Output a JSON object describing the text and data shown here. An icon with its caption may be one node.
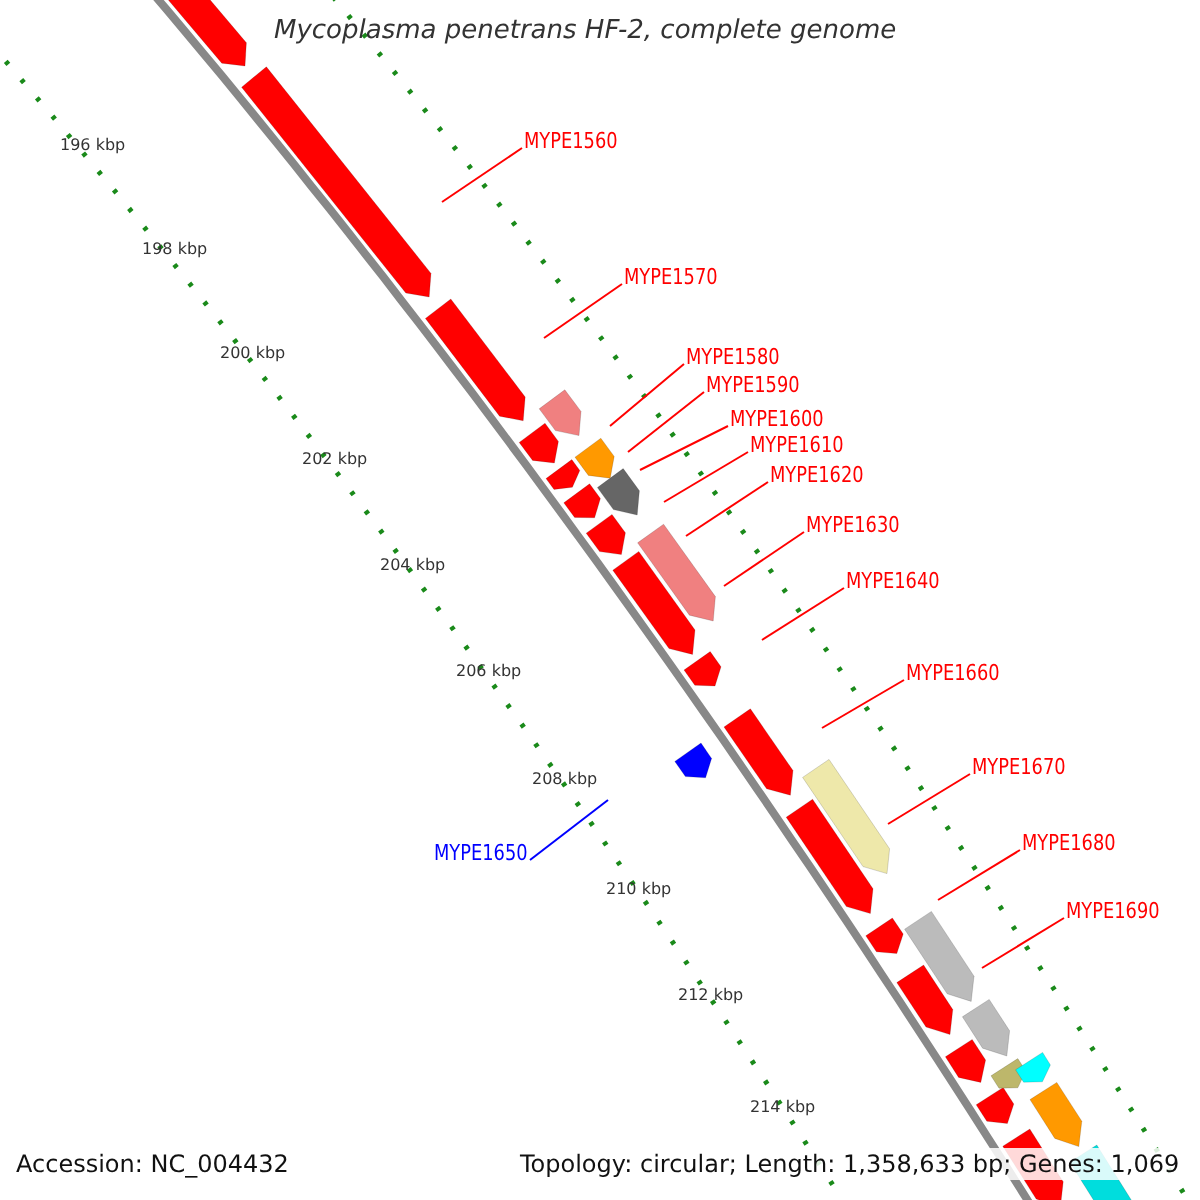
{
  "diagram": {
    "title": "Mycoplasma penetrans HF-2, complete genome",
    "nodes": [
      {
        "text": [
          "MYPE1560"
        ]
      },
      {
        "text": [
          "MYPE1570"
        ]
      },
      {
        "text": [
          "MYPE1580"
        ]
      },
      {
        "text": [
          "MYPE1590"
        ]
      },
      {
        "text": [
          "MYPE1600"
        ]
      },
      {
        "text": [
          "MYPE1610"
        ]
      },
      {
        "text": [
          "MYPE1620"
        ]
      },
      {
        "text": [
          "MYPE1630"
        ]
      },
      {
        "text": [
          "MYPE1640"
        ]
      },
      {
        "text": [
          "MYPE1660"
        ]
      },
      {
        "text": [
          "MYPE1650"
        ]
      },
      {
        "text": [
          "MYPE1670"
        ]
      },
      {
        "text": [
          "MYPE1680"
        ]
      },
      {
        "text": [
          "MYPE1690"
        ]
      }
    ],
    "edges": [
      {
        "from": 0,
        "to": null,
        "arrow": "none"
      },
      {
        "from": 1,
        "to": null,
        "arrow": "none"
      },
      {
        "from": 2,
        "to": null,
        "arrow": "none"
      },
      {
        "from": 3,
        "to": null,
        "arrow": "none"
      },
      {
        "from": 4,
        "to": null,
        "arrow": "none"
      },
      {
        "from": 5,
        "to": null,
        "arrow": "none"
      },
      {
        "from": 6,
        "to": null,
        "arrow": "none"
      },
      {
        "from": 7,
        "to": null,
        "arrow": "none"
      },
      {
        "from": 8,
        "to": null,
        "arrow": "none"
      },
      {
        "from": 9,
        "to": null,
        "arrow": "none"
      },
      {
        "from": 10,
        "to": null,
        "arrow": "none",
        "color": "#0000ff"
      },
      {
        "from": 11,
        "to": null,
        "arrow": "none"
      },
      {
        "from": 12,
        "to": null,
        "arrow": "none"
      },
      {
        "from": 13,
        "to": null,
        "arrow": "none"
      }
    ],
    "labels": [
      "196 kbp",
      "198 kbp",
      "200 kbp",
      "202 kbp",
      "204 kbp",
      "206 kbp",
      "208 kbp",
      "210 kbp",
      "212 kbp",
      "214 kbp",
      "Accession: NC_004432",
      "Topology: circular; Length: 1,358,633 bp; Genes: 1,069"
    ]
  }
}
